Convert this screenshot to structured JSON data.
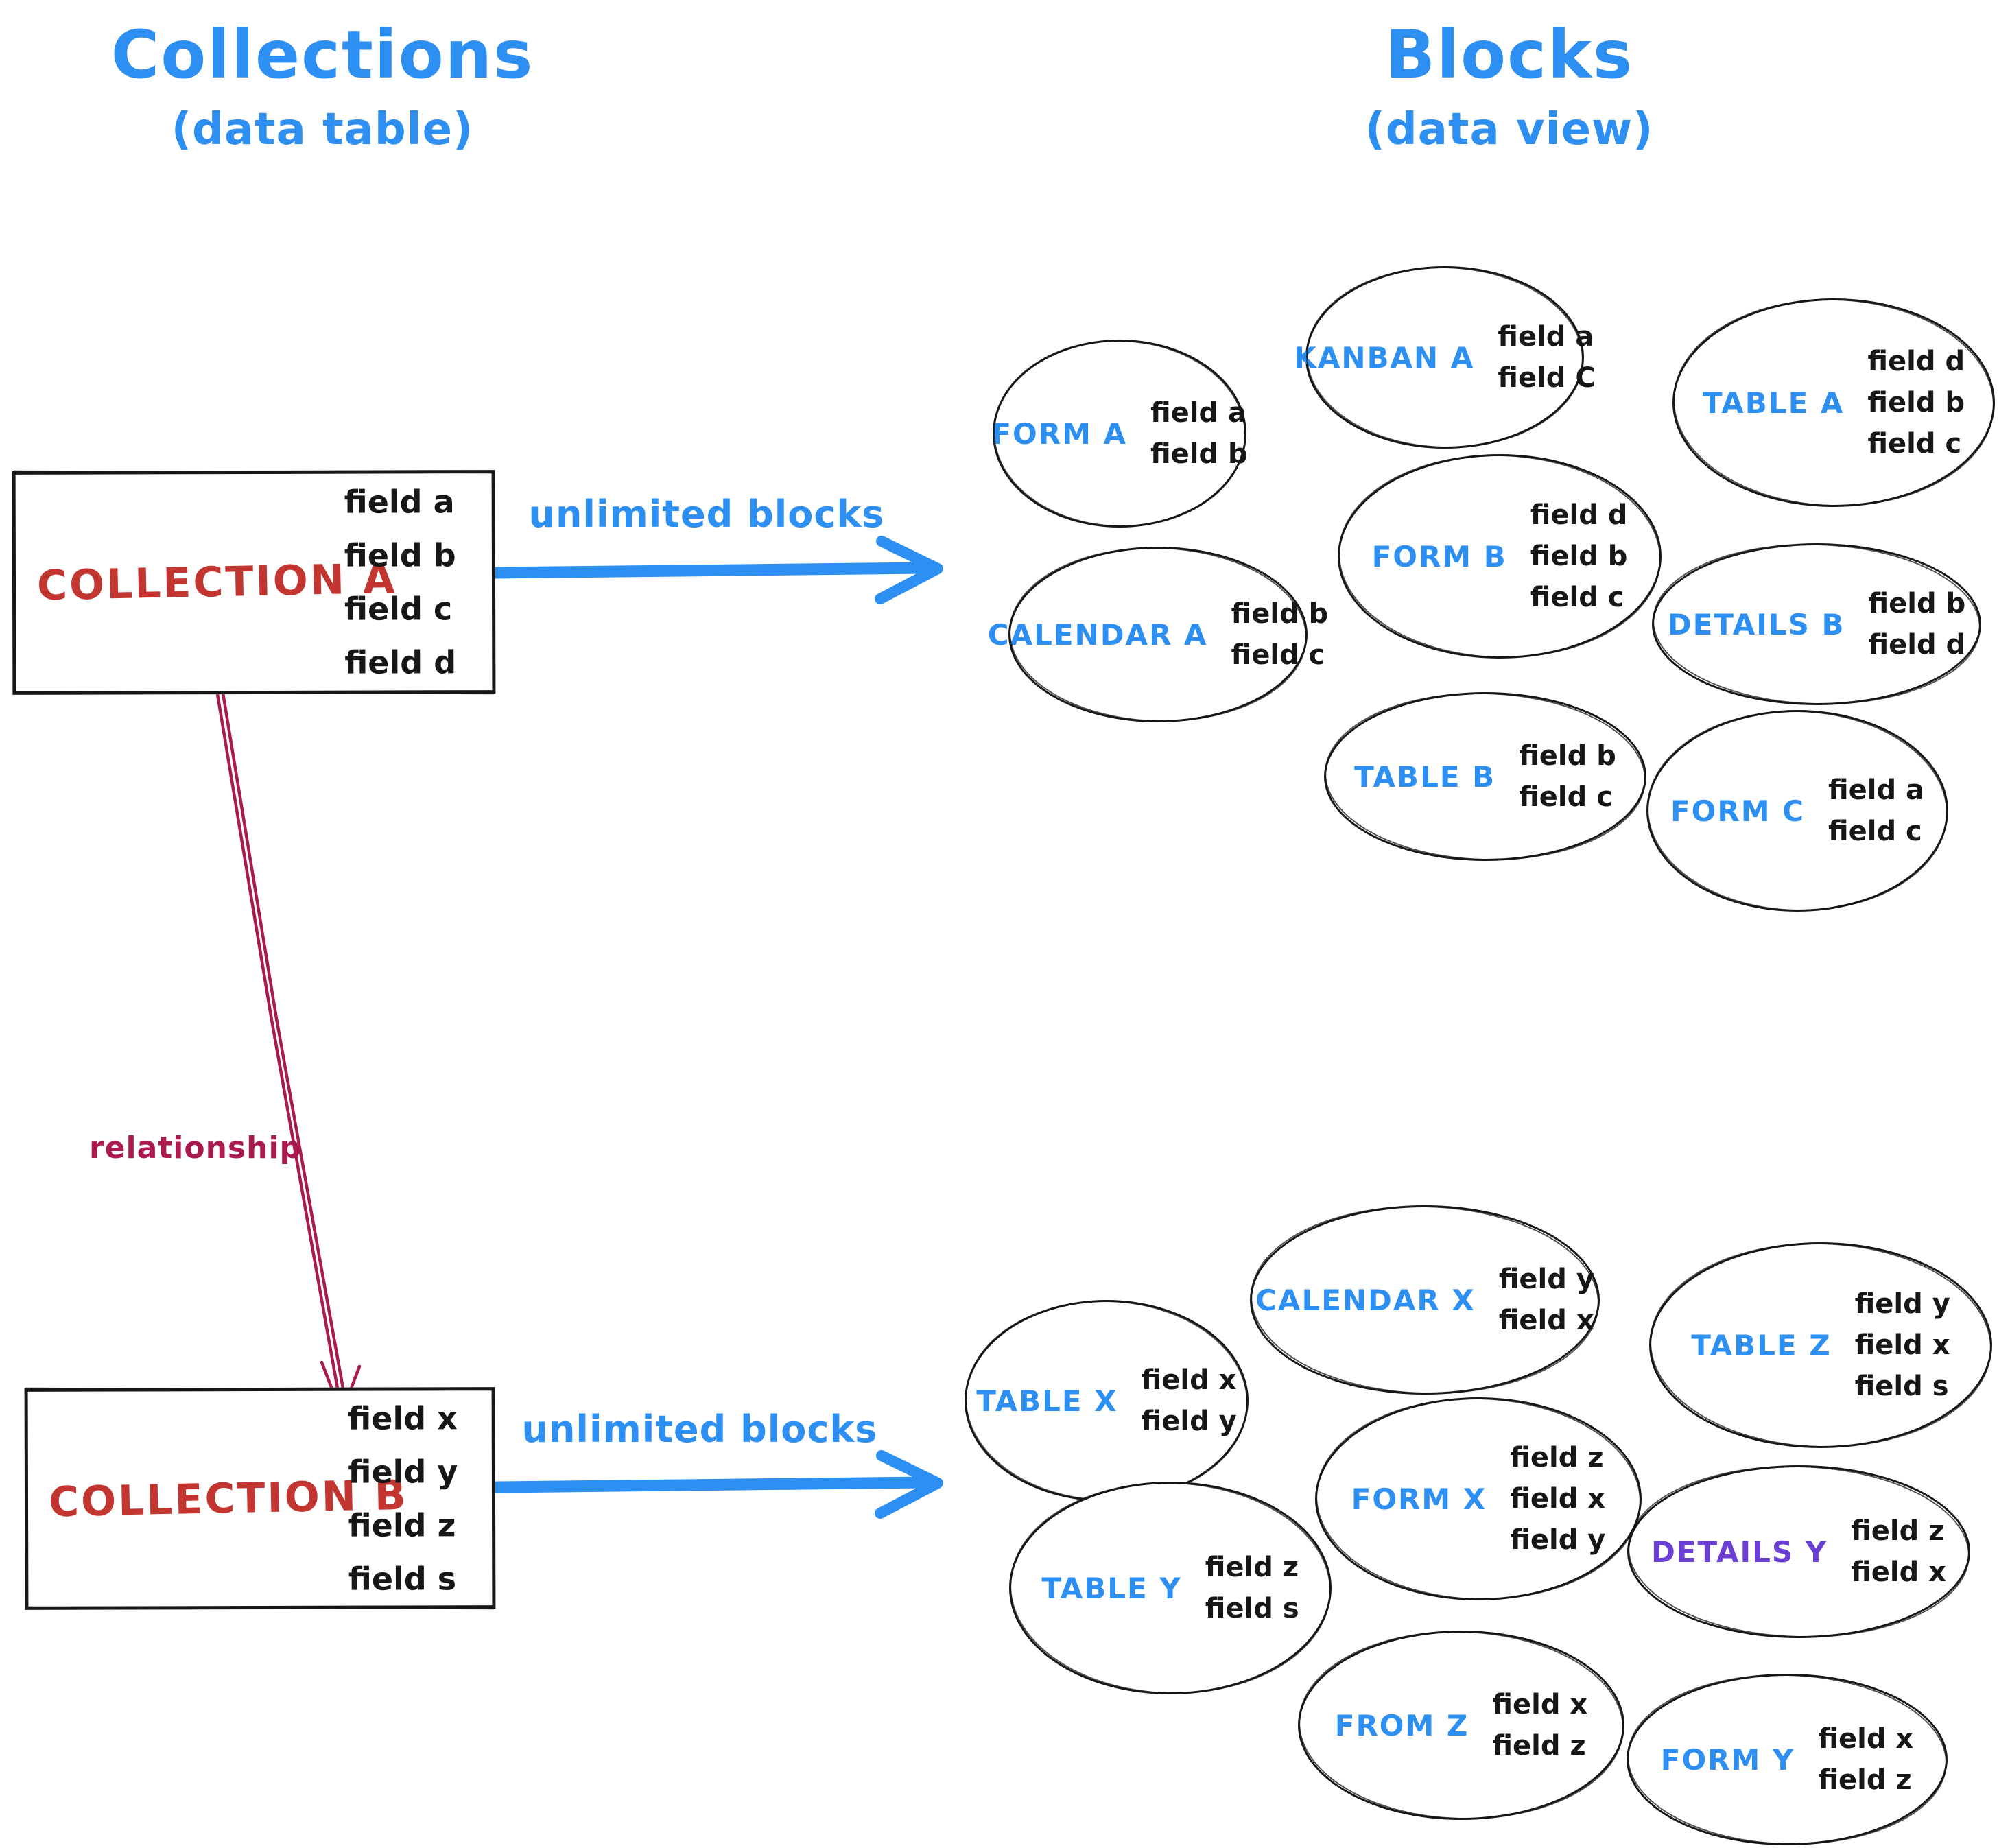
{
  "headers": {
    "left": {
      "title": "Collections",
      "subtitle": "(data table)"
    },
    "right": {
      "title": "Blocks",
      "subtitle": "(data view)"
    }
  },
  "collections": [
    {
      "name": "COLLECTION A",
      "fields": [
        "field a",
        "field b",
        "field c",
        "field d"
      ]
    },
    {
      "name": "COLLECTION B",
      "fields": [
        "field x",
        "field y",
        "field z",
        "field s"
      ]
    }
  ],
  "arrows": {
    "top_label": "unlimited blocks",
    "bottom_label": "unlimited blocks",
    "relationship_label": "relationship"
  },
  "blocks": {
    "collection_a": [
      {
        "label": "FORM A",
        "fields": [
          "field a",
          "field b"
        ]
      },
      {
        "label": "KANBAN A",
        "fields": [
          "field a",
          "field C"
        ]
      },
      {
        "label": "TABLE A",
        "fields": [
          "field d",
          "field b",
          "field c"
        ]
      },
      {
        "label": "CALENDAR A",
        "fields": [
          "field b",
          "field c"
        ]
      },
      {
        "label": "FORM B",
        "fields": [
          "field d",
          "field b",
          "field c"
        ]
      },
      {
        "label": "DETAILS B",
        "fields": [
          "field b",
          "field d"
        ]
      },
      {
        "label": "TABLE B",
        "fields": [
          "field b",
          "field c"
        ]
      },
      {
        "label": "FORM C",
        "fields": [
          "field a",
          "field c"
        ]
      }
    ],
    "collection_b": [
      {
        "label": "TABLE X",
        "fields": [
          "field x",
          "field y"
        ]
      },
      {
        "label": "CALENDAR X",
        "fields": [
          "field y",
          "field x"
        ]
      },
      {
        "label": "TABLE Z",
        "fields": [
          "field y",
          "field x",
          "field s"
        ]
      },
      {
        "label": "TABLE Y",
        "fields": [
          "field z",
          "field s"
        ]
      },
      {
        "label": "FORM X",
        "fields": [
          "field z",
          "field x",
          "field y"
        ]
      },
      {
        "label": "DETAILS Y",
        "fields": [
          "field z",
          "field x"
        ]
      },
      {
        "label": "FROM Z",
        "fields": [
          "field x",
          "field z"
        ]
      },
      {
        "label": "FORM Y",
        "fields": [
          "field x",
          "field z"
        ]
      }
    ]
  },
  "colors": {
    "accent_blue": "#2d8ff2",
    "collection_red": "#c23530",
    "relationship_crimson": "#aa1a4f",
    "details_purple": "#6b3ed6",
    "ink_black": "#171717"
  }
}
